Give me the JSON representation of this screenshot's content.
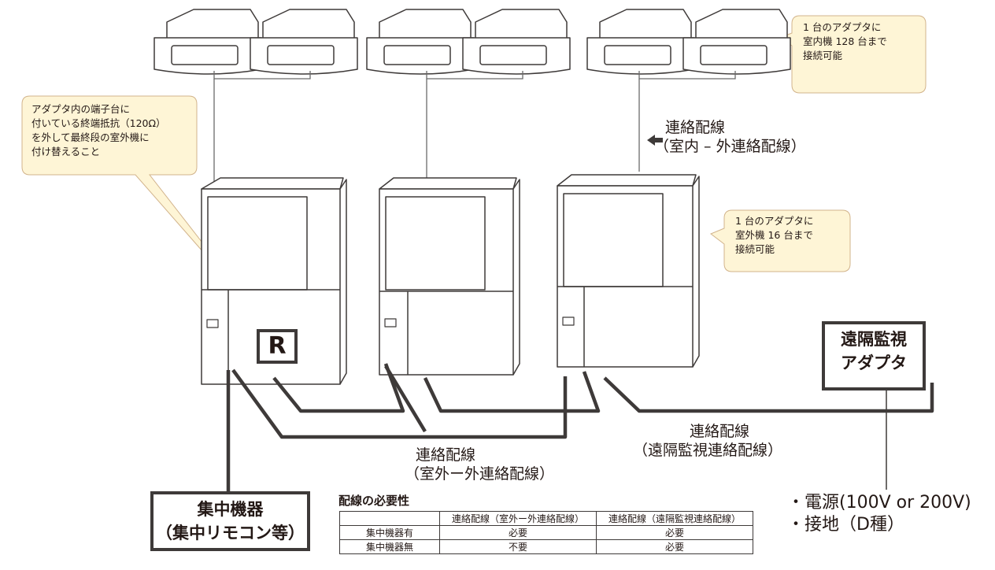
{
  "callouts": {
    "terminator": [
      "アダプタ内の端子台に",
      "付いている終端抵抗（120Ω）",
      "を外して最終段の室外機に",
      "付け替えること"
    ],
    "indoor": [
      "1 台のアダプタに",
      "室内機 128 台まで",
      "接続可能"
    ],
    "outdoor": [
      "1 台のアダプタに",
      "室外機 16 台まで",
      "接続可能"
    ]
  },
  "labels": {
    "indoor_outdoor": [
      "連絡配線",
      "（室内 – 外連絡配線）"
    ],
    "outdoor_outdoor": [
      "連絡配線",
      "（室外ー外連絡配線）"
    ],
    "remote_link": [
      "連絡配線",
      "（遠隔監視連絡配線）"
    ]
  },
  "boxes": {
    "adapter": [
      "遠隔監視",
      "アダプタ"
    ],
    "central": [
      "集中機器",
      "（集中リモコン等）"
    ],
    "terminal_mark": "R"
  },
  "power": [
    "・電源(100V or 200V)",
    "・接地（D種）"
  ],
  "table": {
    "title": "配線の必要性",
    "headers": [
      "",
      "連絡配線（室外ー外連絡配線）",
      "連絡配線（遠隔監視連絡配線）"
    ],
    "rows": [
      [
        "集中機器有",
        "必要",
        "必要"
      ],
      [
        "集中機器無",
        "不要",
        "必要"
      ]
    ]
  },
  "colors": {
    "line": "#3e3a39",
    "callout_fill": "#fef5d6",
    "callout_stroke": "#d2b48c"
  }
}
